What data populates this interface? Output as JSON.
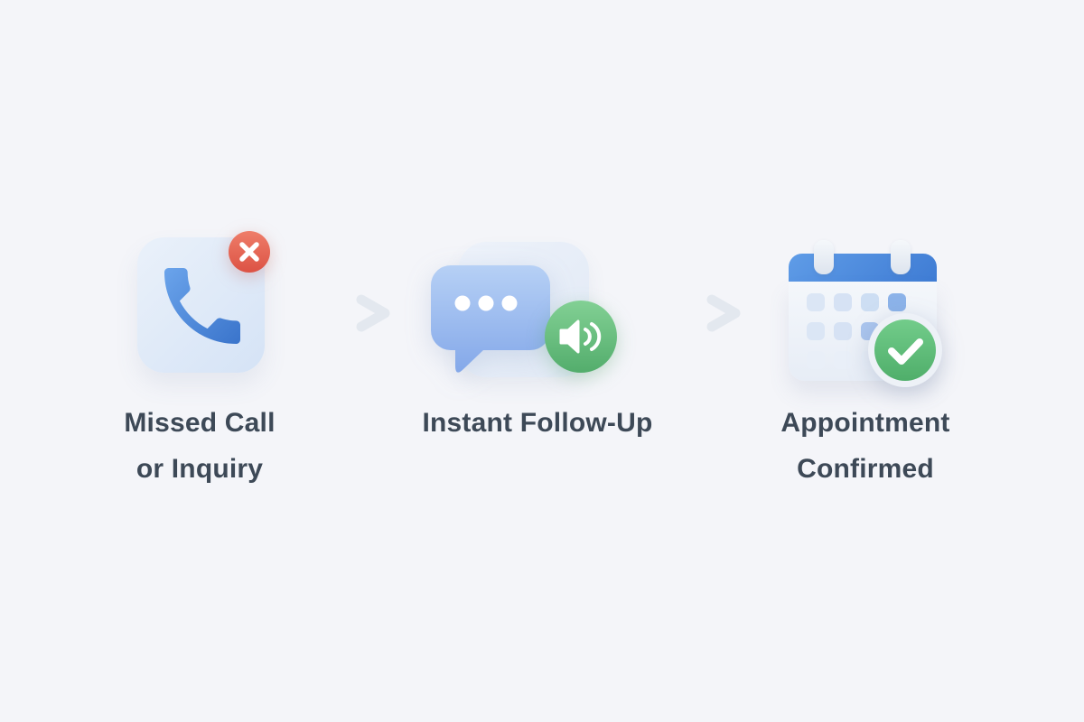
{
  "page": {
    "background_color": "#f4f5f9",
    "text_color": "#3d4957"
  },
  "flow": {
    "connector_icon": "arrow-right-icon",
    "connector_color": "#e3e8ef",
    "steps": [
      {
        "id": "missed-call-or-inquiry",
        "label_lines": [
          "Missed Call",
          "or Inquiry"
        ],
        "tile_icon": "phone-handset-icon",
        "tile_icon_color": "#4a84d8",
        "badge_icon": "x-circle-icon",
        "badge_color": "#e25a4b"
      },
      {
        "id": "instant-follow-up",
        "label_lines": [
          "Instant Follow-Up"
        ],
        "tile_icon": "chat-bubble-icon",
        "tile_icon_color": "#96b8ef",
        "badge_icon": "speaker-circle-icon",
        "badge_color": "#5cb876"
      },
      {
        "id": "appointment-confirmed",
        "label_lines": [
          "Appointment",
          "Confirmed"
        ],
        "tile_icon": "calendar-icon",
        "tile_icon_color": "#4a84d8",
        "badge_icon": "check-circle-icon",
        "badge_color": "#55b470"
      }
    ]
  }
}
